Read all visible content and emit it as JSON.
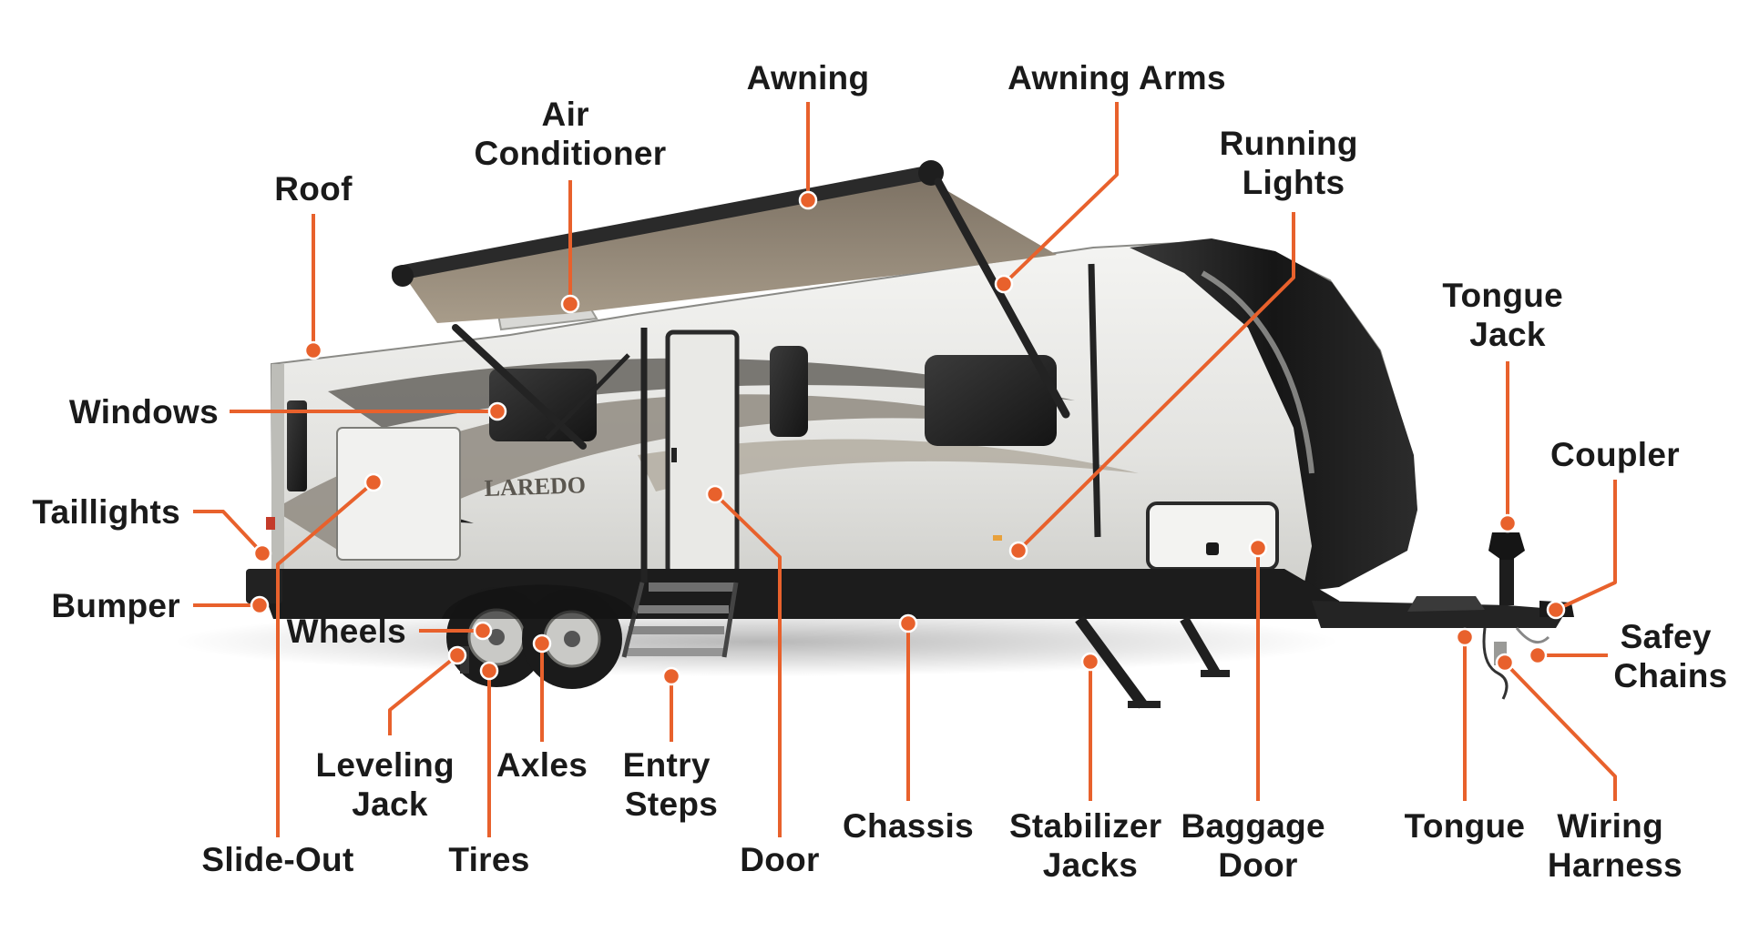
{
  "accent_color": "#e8612c",
  "trailer_brand": "LAREDO",
  "labels": [
    {
      "id": "roof",
      "text": [
        "Roof"
      ]
    },
    {
      "id": "air-conditioner",
      "text": [
        "Air",
        "Conditioner"
      ]
    },
    {
      "id": "awning",
      "text": [
        "Awning"
      ]
    },
    {
      "id": "awning-arms",
      "text": [
        "Awning Arms"
      ]
    },
    {
      "id": "running-lights",
      "text": [
        "Running",
        "Lights"
      ]
    },
    {
      "id": "tongue-jack",
      "text": [
        "Tongue",
        "Jack"
      ]
    },
    {
      "id": "coupler",
      "text": [
        "Coupler"
      ]
    },
    {
      "id": "windows",
      "text": [
        "Windows"
      ]
    },
    {
      "id": "taillights",
      "text": [
        "Taillights"
      ]
    },
    {
      "id": "bumper",
      "text": [
        "Bumper"
      ]
    },
    {
      "id": "wheels",
      "text": [
        "Wheels"
      ]
    },
    {
      "id": "safety-chains",
      "text": [
        "Safey",
        "Chains"
      ]
    },
    {
      "id": "leveling-jack",
      "text": [
        "Leveling",
        "Jack"
      ]
    },
    {
      "id": "axles",
      "text": [
        "Axles"
      ]
    },
    {
      "id": "entry-steps",
      "text": [
        "Entry",
        "Steps"
      ]
    },
    {
      "id": "slide-out",
      "text": [
        "Slide-Out"
      ]
    },
    {
      "id": "tires",
      "text": [
        "Tires"
      ]
    },
    {
      "id": "door",
      "text": [
        "Door"
      ]
    },
    {
      "id": "chassis",
      "text": [
        "Chassis"
      ]
    },
    {
      "id": "stabilizer-jacks",
      "text": [
        "Stabilizer",
        "Jacks"
      ]
    },
    {
      "id": "baggage-door",
      "text": [
        "Baggage",
        "Door"
      ]
    },
    {
      "id": "tongue",
      "text": [
        "Tongue"
      ]
    },
    {
      "id": "wiring-harness",
      "text": [
        "Wiring",
        "Harness"
      ]
    }
  ]
}
